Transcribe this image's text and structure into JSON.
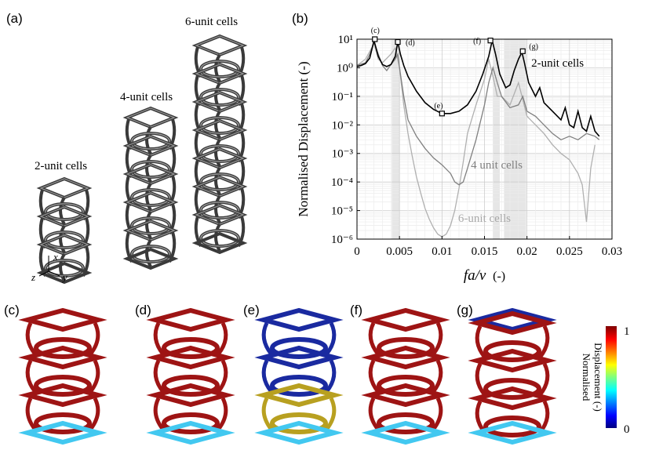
{
  "panels": {
    "a": "(a)",
    "b": "(b)",
    "c": "(c)",
    "d": "(d)",
    "e": "(e)",
    "f": "(f)",
    "g": "(g)"
  },
  "structures": {
    "two": "2-unit cells",
    "four": "4-unit cells",
    "six": "6-unit cells"
  },
  "axes3d": {
    "x": "x",
    "y": "y",
    "z": "z"
  },
  "colorbar": {
    "label_line1": "Normalised",
    "label_line2": "Displacement (-)",
    "max": "1",
    "min": "0"
  },
  "chart_data": {
    "type": "line",
    "xlabel_math": "fa/v",
    "xlabel_unit": "(-)",
    "ylabel": "Normalised Displacement (-)",
    "xlim": [
      0,
      0.03
    ],
    "ylim": [
      1e-06,
      10
    ],
    "yscale": "log",
    "xticks": [
      "0",
      "0.005",
      "0.01",
      "0.015",
      "0.02",
      "0.025",
      "0.03"
    ],
    "yticks": [
      "10⁻⁶",
      "10⁻⁵",
      "10⁻⁴",
      "10⁻³",
      "10⁻²",
      "10⁻¹",
      "10⁰",
      "10¹"
    ],
    "grid": true,
    "shaded_bands": [
      [
        0.0041,
        0.005
      ],
      [
        0.016,
        0.0168
      ],
      [
        0.0173,
        0.0199
      ]
    ],
    "series": [
      {
        "name": "2-unit cells",
        "color": "#000000",
        "x": [
          0,
          0.0005,
          0.001,
          0.0015,
          0.002,
          0.0025,
          0.003,
          0.0035,
          0.004,
          0.0045,
          0.0048,
          0.0051,
          0.0055,
          0.006,
          0.007,
          0.008,
          0.009,
          0.01,
          0.011,
          0.012,
          0.013,
          0.014,
          0.0148,
          0.0155,
          0.0159,
          0.0163,
          0.0168,
          0.0175,
          0.018,
          0.0185,
          0.019,
          0.0194,
          0.0197,
          0.0202,
          0.021,
          0.0215,
          0.022,
          0.023,
          0.024,
          0.0245,
          0.025,
          0.0255,
          0.026,
          0.0265,
          0.027,
          0.0275,
          0.028,
          0.0285
        ],
        "y": [
          1.1,
          1.2,
          1.4,
          2.2,
          9,
          2.5,
          1.3,
          1.1,
          1.3,
          2.5,
          8,
          3,
          1.2,
          0.5,
          0.15,
          0.06,
          0.035,
          0.025,
          0.025,
          0.03,
          0.05,
          0.15,
          0.6,
          2.5,
          9,
          3,
          0.6,
          0.2,
          0.25,
          0.8,
          2,
          3.5,
          1.5,
          0.3,
          0.1,
          0.2,
          0.06,
          0.03,
          0.015,
          0.04,
          0.01,
          0.008,
          0.03,
          0.008,
          0.006,
          0.02,
          0.006,
          0.004
        ]
      },
      {
        "name": "4 unit cells",
        "color": "#808080",
        "x": [
          0,
          0.001,
          0.0015,
          0.002,
          0.0025,
          0.003,
          0.0035,
          0.004,
          0.0045,
          0.0048,
          0.005,
          0.0055,
          0.006,
          0.007,
          0.008,
          0.009,
          0.01,
          0.011,
          0.0115,
          0.012,
          0.0125,
          0.013,
          0.014,
          0.015,
          0.0155,
          0.016,
          0.0165,
          0.017,
          0.018,
          0.019,
          0.0195,
          0.02,
          0.021,
          0.022,
          0.023,
          0.024,
          0.025,
          0.026,
          0.027,
          0.028,
          0.0285
        ],
        "y": [
          1.2,
          1.5,
          3,
          8,
          3,
          1.2,
          0.8,
          1.3,
          2,
          3,
          1,
          0.1,
          0.015,
          0.004,
          0.0015,
          0.0007,
          0.0004,
          0.0002,
          0.0001,
          8e-05,
          0.0001,
          0.0003,
          0.003,
          0.05,
          0.3,
          1,
          0.3,
          0.1,
          0.04,
          0.05,
          0.1,
          0.03,
          0.02,
          0.01,
          0.005,
          0.003,
          0.004,
          0.003,
          0.005,
          0.004,
          0.003
        ]
      },
      {
        "name": "6-unit cells",
        "color": "#b0b0b0",
        "x": [
          0,
          0.001,
          0.002,
          0.0025,
          0.003,
          0.004,
          0.0045,
          0.005,
          0.0055,
          0.006,
          0.0065,
          0.007,
          0.0075,
          0.008,
          0.0085,
          0.009,
          0.0095,
          0.01,
          0.0105,
          0.011,
          0.0115,
          0.012,
          0.0125,
          0.013,
          0.014,
          0.015,
          0.0155,
          0.016,
          0.0165,
          0.017,
          0.018,
          0.019,
          0.02,
          0.021,
          0.022,
          0.023,
          0.024,
          0.025,
          0.026,
          0.0265,
          0.027,
          0.0275,
          0.028
        ],
        "y": [
          1.2,
          2,
          7,
          2,
          1.5,
          3,
          5,
          1,
          0.05,
          0.005,
          0.0008,
          0.00015,
          4e-05,
          1.2e-05,
          5e-06,
          2.5e-06,
          1.5e-06,
          1.2e-06,
          1.5e-06,
          3e-06,
          1e-05,
          6e-05,
          0.0005,
          0.005,
          0.05,
          0.4,
          2,
          0.5,
          0.1,
          0.1,
          0.05,
          0.3,
          0.02,
          0.01,
          0.005,
          0.002,
          0.001,
          0.0006,
          0.0002,
          8e-05,
          4e-06,
          0.0003,
          0.002
        ]
      }
    ],
    "markers": [
      {
        "label": "(c)",
        "x": 0.0021,
        "y": 10
      },
      {
        "label": "(d)",
        "x": 0.0048,
        "y": 8
      },
      {
        "label": "(e)",
        "x": 0.01,
        "y": 0.025
      },
      {
        "label": "(f)",
        "x": 0.0157,
        "y": 9
      },
      {
        "label": "(g)",
        "x": 0.0195,
        "y": 3.8
      }
    ],
    "annotations": {
      "two": "2-unit cells",
      "four": "4 unit cells",
      "six": "6-unit cells"
    }
  }
}
